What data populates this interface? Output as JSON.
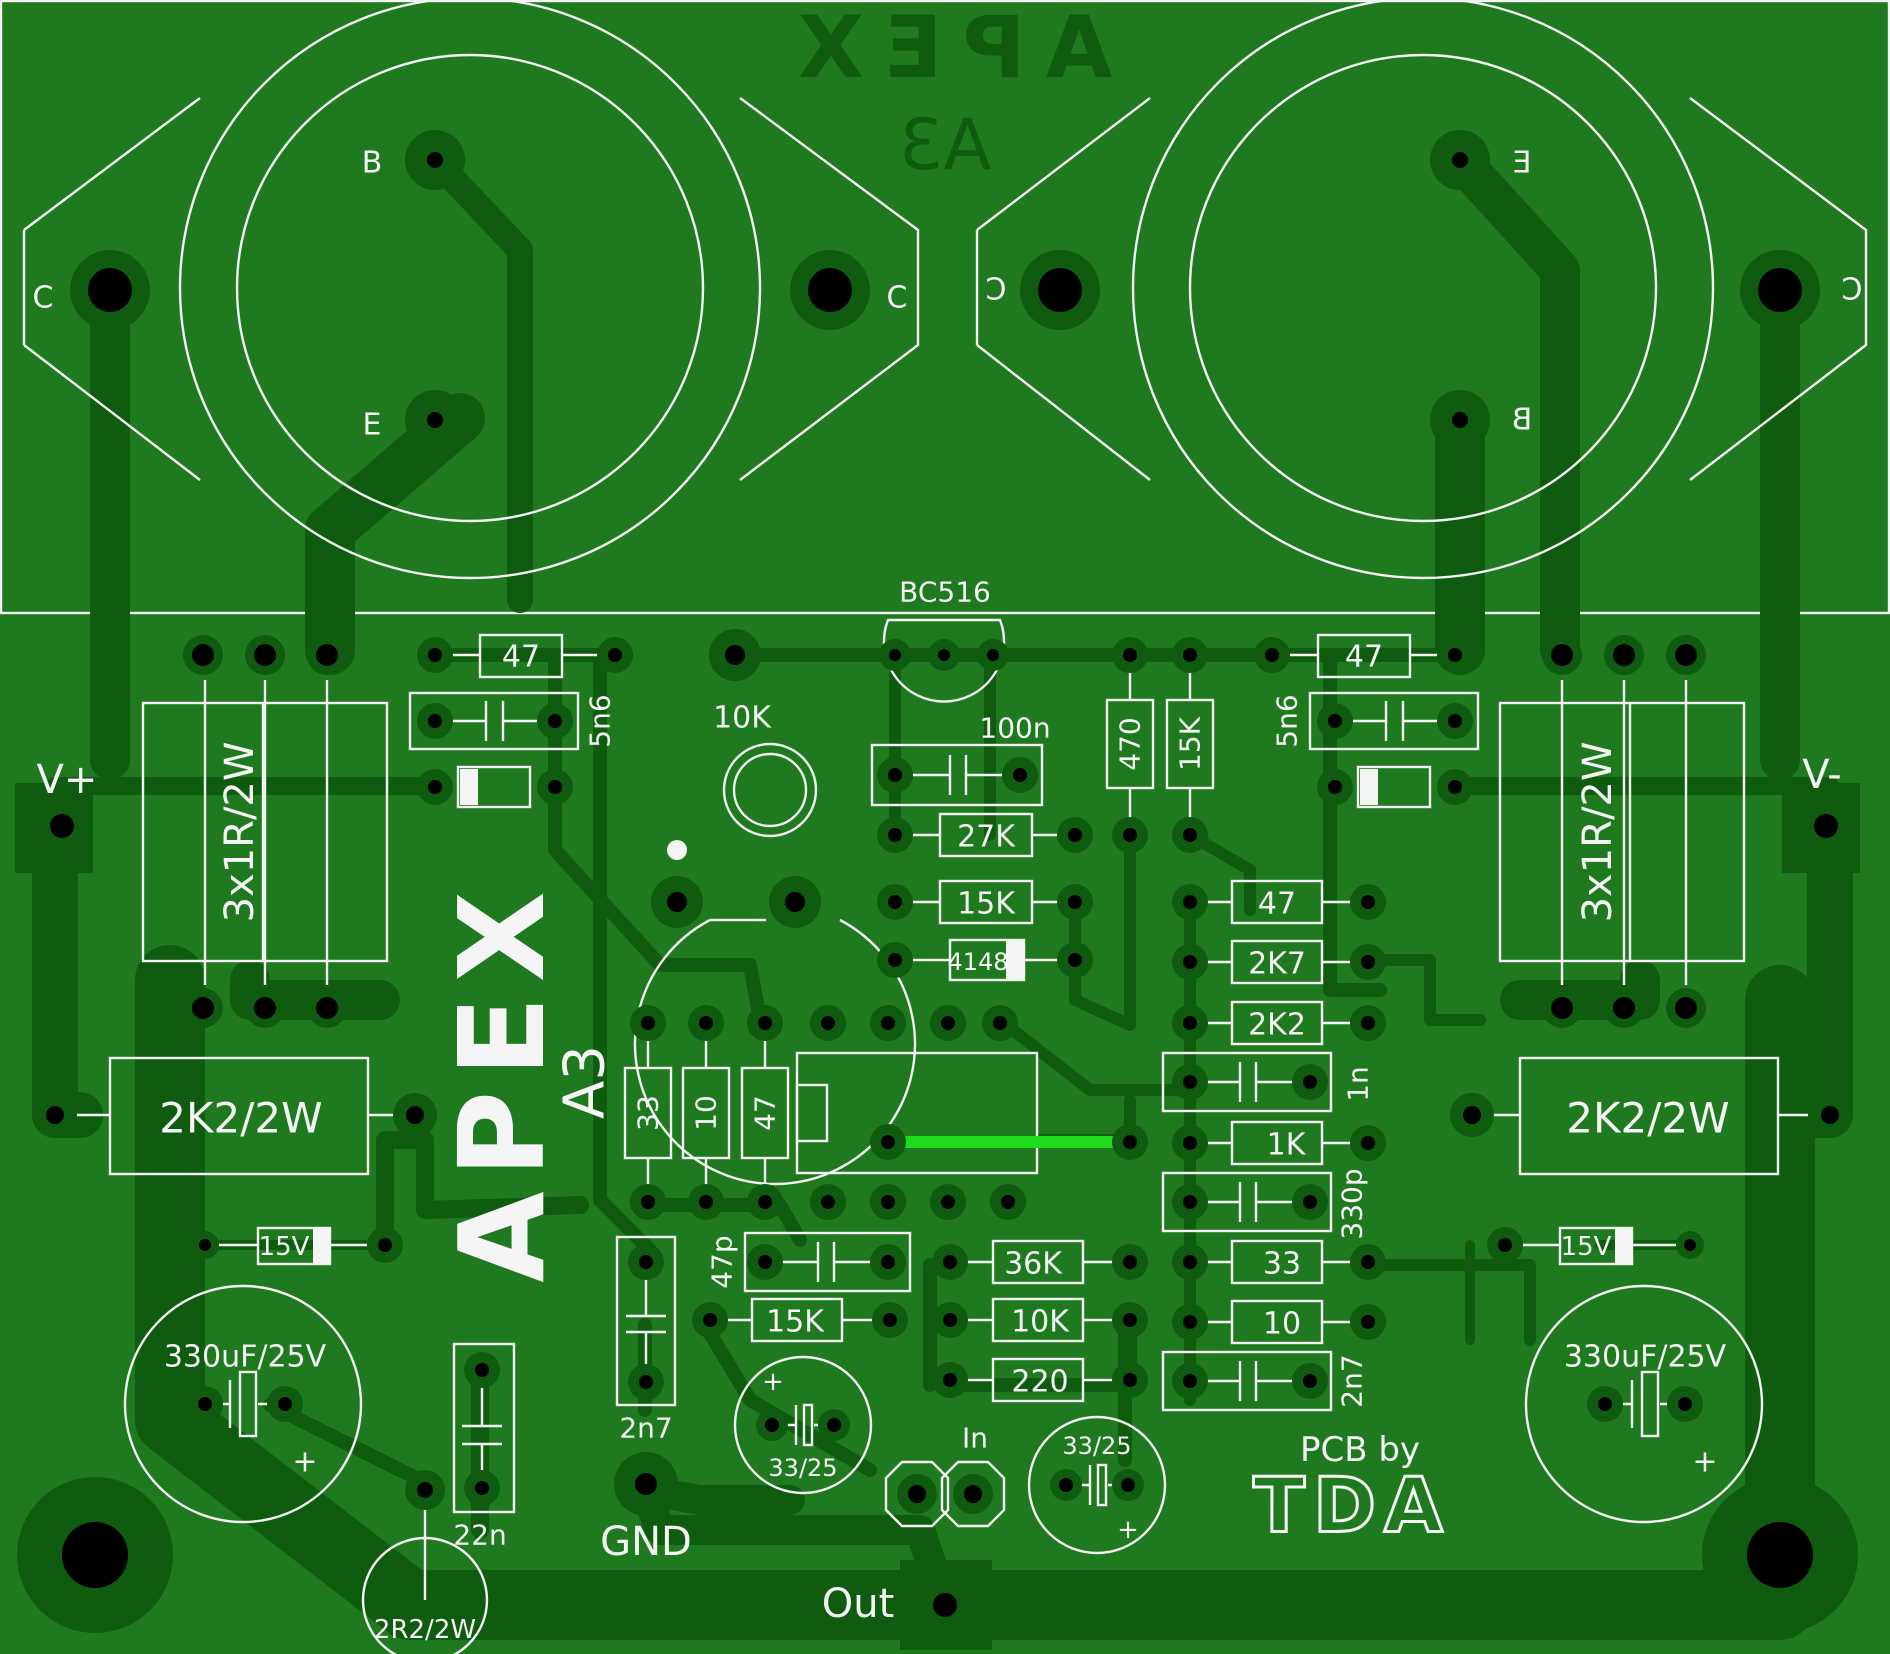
{
  "board": {
    "colors": {
      "substrate": "#1f7a1f",
      "copper": "#0f5c10",
      "silkscreen": "#f4f4f4",
      "jumper": "#1edb1e"
    }
  },
  "logo": {
    "top_mirrored": "APEX",
    "top_model": "A3",
    "side_brand": "APEX",
    "side_model": "A3",
    "credit": "PCB by",
    "credit_brand": "TDA"
  },
  "transistors": {
    "left": {
      "pins": [
        "B",
        "C",
        "E",
        "C"
      ]
    },
    "right": {
      "pins": [
        "E",
        "C",
        "B",
        "C"
      ]
    },
    "driver": "BC516"
  },
  "components": {
    "r47_left": "47",
    "c5n6_left": "5n6",
    "pot": "10K",
    "c100n": "100n",
    "r470": "470",
    "r15k_top": "15K",
    "r47_right": "47",
    "c5n6_right": "5n6",
    "r27k": "27K",
    "r15k_mid": "15K",
    "d4148": "4148",
    "r47_b": "47",
    "r2k7": "2K7",
    "r2k2": "2K2",
    "c1n": "1n",
    "r1k": "1K",
    "c330p": "330p",
    "r33_b": "33",
    "r10_b": "10",
    "c2n7_r": "2n7",
    "r33_v": "33",
    "r10_v": "10",
    "r47_v": "47",
    "c47p": "47p",
    "r36k": "36K",
    "r15k_low": "15K",
    "r10k": "10K",
    "r220": "220",
    "c2n7_l": "2n7",
    "c22n": "22n",
    "cap_in_a": "33/25",
    "cap_in_b": "33/25",
    "rbank_left": "3x1R/2W",
    "rbank_right": "3x1R/2W",
    "r2k2w_left": "2K2/2W",
    "r2k2w_right": "2K2/2W",
    "z15_left": "15V",
    "z15_right": "15V",
    "cbig_left": "330uF/25V",
    "cbig_right": "330uF/25V",
    "r2r2": "2R2/2W"
  },
  "connectors": {
    "vplus": "V+",
    "vminus": "V-",
    "gnd": "GND",
    "input": "In",
    "output": "Out"
  },
  "polarity": {
    "plus": "+"
  }
}
